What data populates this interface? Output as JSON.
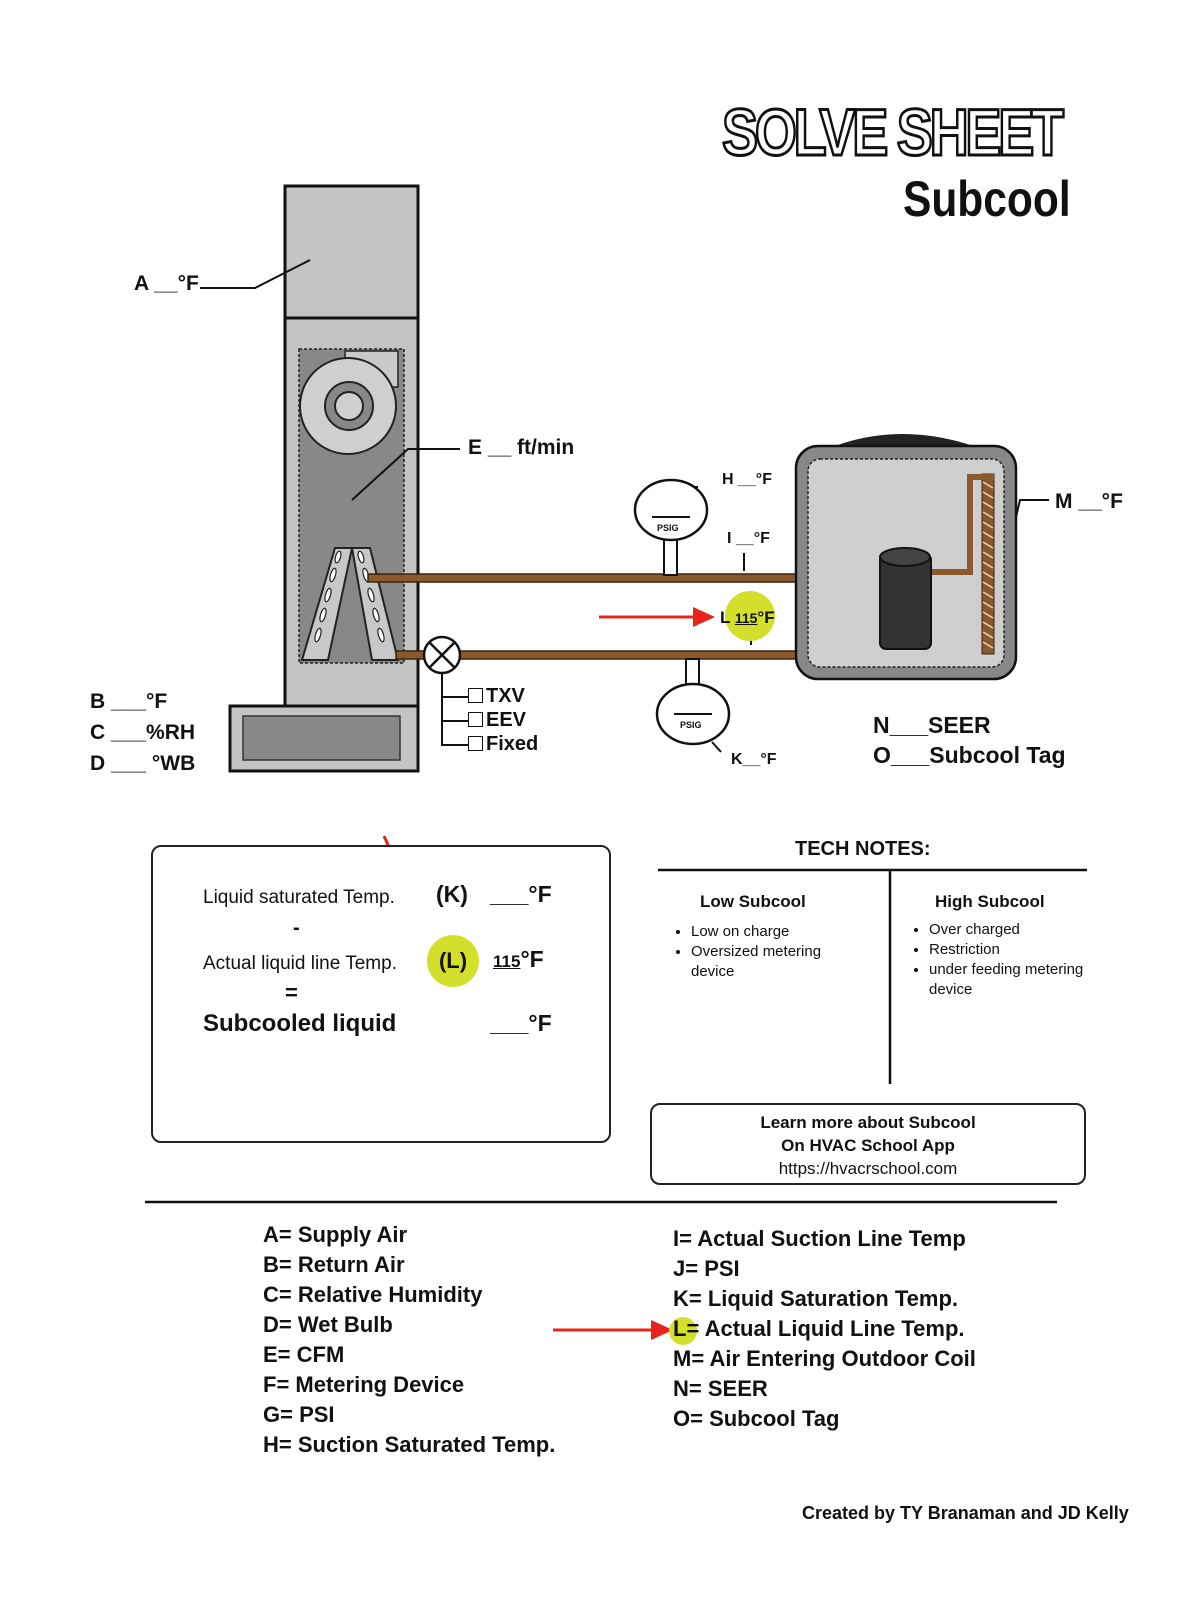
{
  "header": {
    "title": "SOLVE SHEET",
    "subtitle": "Subcool"
  },
  "diagram": {
    "A": "A __°F",
    "B": "B ___°F",
    "C": "C ___%RH",
    "D": "D ___ °WB",
    "E": "E __ ft/min",
    "H": "H __°F",
    "I": "I __°F",
    "L_prefix": "L",
    "L_value": "115",
    "L_unit": "°F",
    "K": "K__°F",
    "M": "M __°F",
    "psig_1": "PSIG",
    "psig_2": "PSIG",
    "metering": [
      "TXV",
      "EEV",
      "Fixed"
    ],
    "N": "N___SEER",
    "O": "O___Subcool Tag",
    "colors": {
      "pipe": "#8a5a2e",
      "highlight": "#d4df2c",
      "arrow": "#e8241c",
      "cabinet_light": "#c4c4c4",
      "cabinet_dark": "#888888"
    }
  },
  "calculation": {
    "row1_label": "Liquid saturated Temp.",
    "row1_tag": "(K)",
    "row1_value": "___°F",
    "minus": "-",
    "row2_label": "Actual liquid line Temp.",
    "row2_tag": "(L)",
    "row2_num": "115",
    "row2_unit": "°F",
    "equals": "=",
    "row3_label": "Subcooled liquid",
    "row3_value": "___°F"
  },
  "tech_notes": {
    "title": "TECH NOTES:",
    "low": {
      "heading": "Low Subcool",
      "items": [
        "Low on charge",
        "Oversized metering device"
      ]
    },
    "high": {
      "heading": "High Subcool",
      "items": [
        "Over charged",
        "Restriction",
        "under feeding metering device"
      ]
    }
  },
  "learn_more": {
    "line1": "Learn more about Subcool",
    "line2": "On HVAC School App",
    "url": "https://hvacrschool.com"
  },
  "legend": {
    "left": [
      "A= Supply Air",
      "B= Return Air",
      "C= Relative Humidity",
      "D= Wet Bulb",
      "E= CFM",
      "F= Metering Device",
      "G= PSI",
      "H= Suction Saturated Temp."
    ],
    "right": [
      "I= Actual Suction Line Temp",
      "J= PSI",
      "K= Liquid Saturation Temp.",
      "L= Actual Liquid Line Temp.",
      "M= Air Entering Outdoor Coil",
      "N= SEER",
      "O= Subcool Tag"
    ]
  },
  "credit": "Created by TY Branaman and JD Kelly"
}
